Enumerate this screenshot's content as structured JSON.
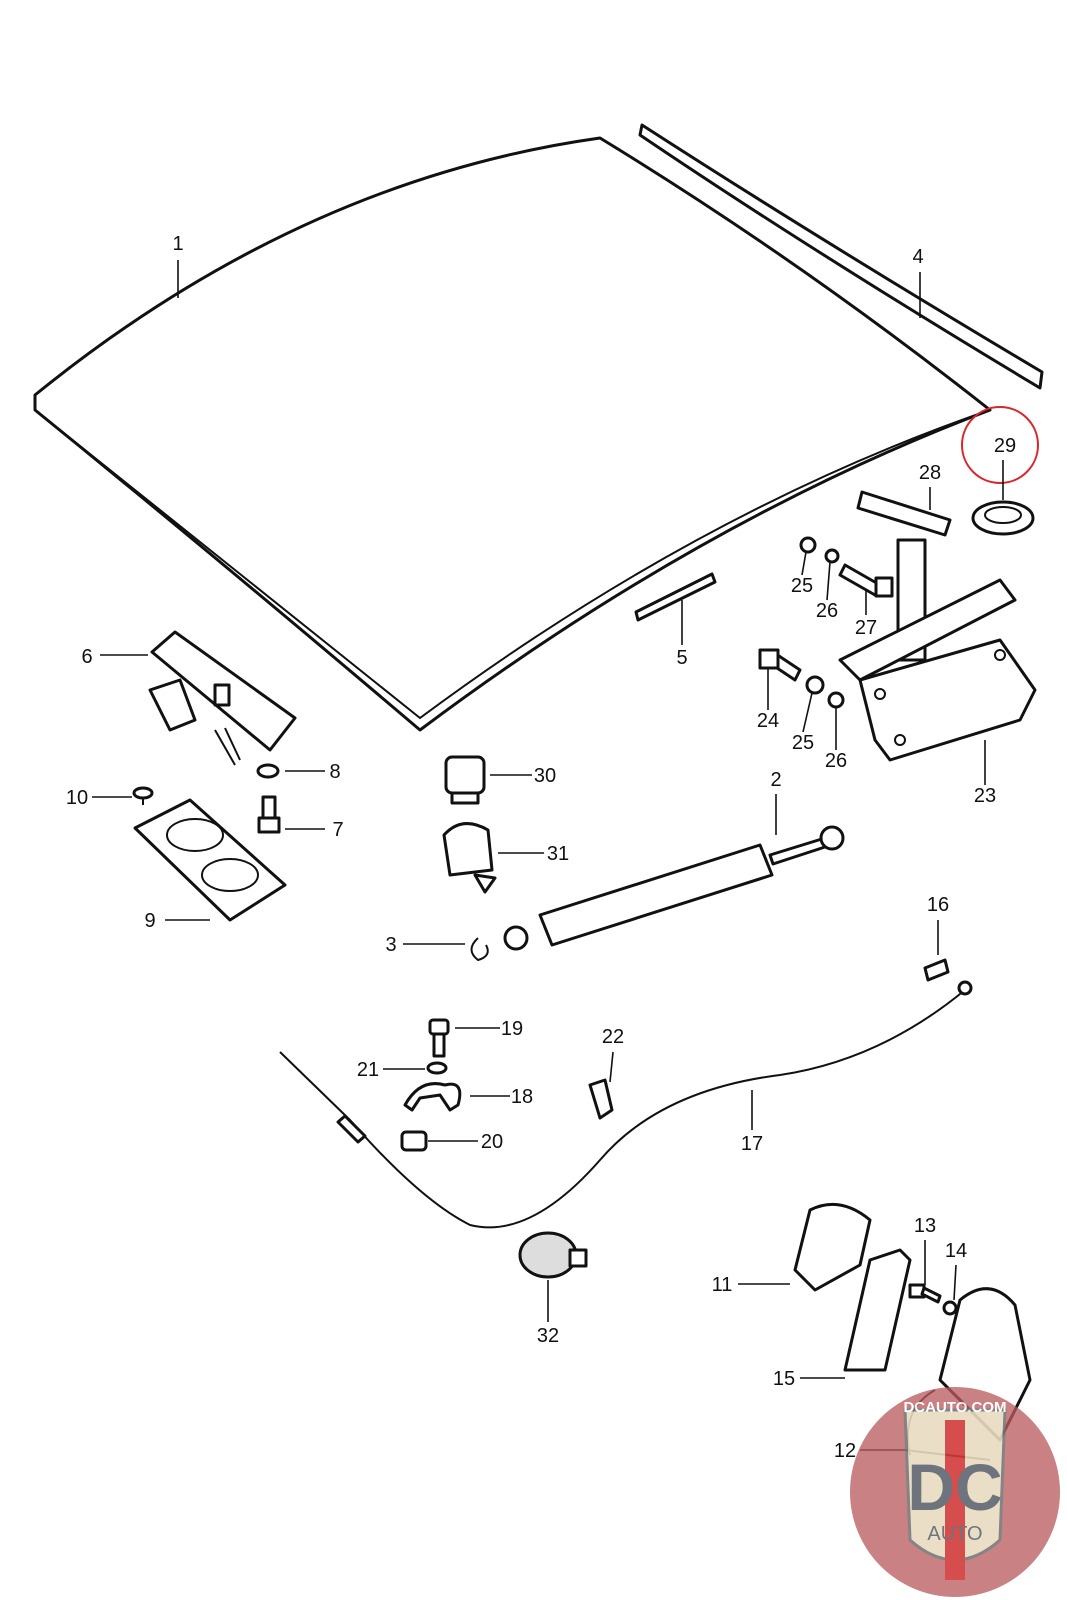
{
  "diagram": {
    "callouts": [
      "1",
      "2",
      "3",
      "4",
      "5",
      "6",
      "7",
      "8",
      "9",
      "10",
      "11",
      "12",
      "13",
      "14",
      "15",
      "16",
      "17",
      "18",
      "19",
      "20",
      "21",
      "22",
      "23",
      "24",
      "25",
      "26",
      "25",
      "26",
      "27",
      "28",
      "29",
      "30",
      "31",
      "32"
    ],
    "highlighted_callout": "29",
    "highlight_color": "#d9262b"
  },
  "watermark": {
    "site": "DCAUTO.COM",
    "letters": "DC",
    "word": "AUTO",
    "colors": {
      "circle": "#b85a5e",
      "shield": "#e8dcc0",
      "letters": "#5e6670",
      "stripe": "#d23a3a"
    }
  }
}
